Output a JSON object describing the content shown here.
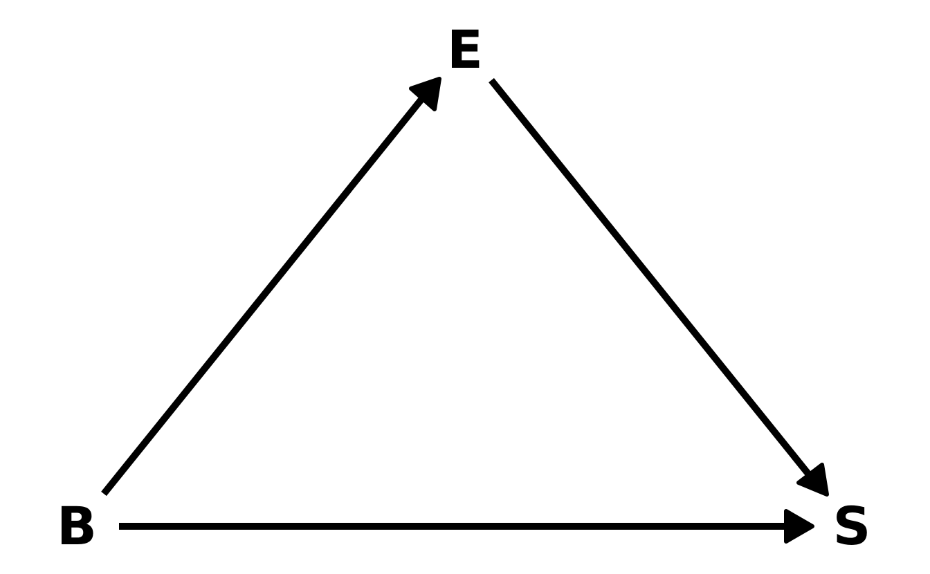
{
  "nodes": {
    "e": {
      "label": "E"
    },
    "b": {
      "label": "B"
    },
    "s": {
      "label": "S"
    }
  },
  "edges": [
    {
      "from": "B",
      "to": "E"
    },
    {
      "from": "E",
      "to": "S"
    },
    {
      "from": "B",
      "to": "S"
    }
  ],
  "colors": {
    "stroke": "#000000",
    "background": "#ffffff"
  }
}
